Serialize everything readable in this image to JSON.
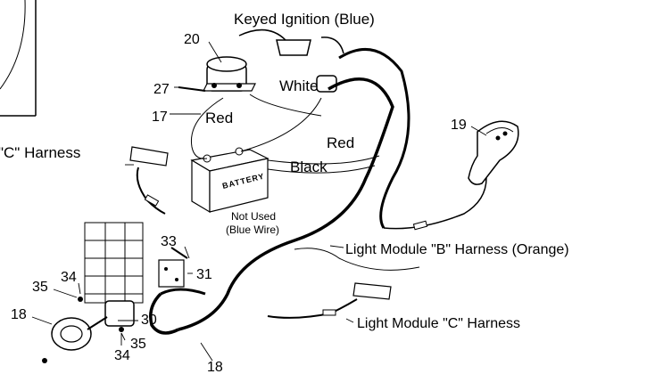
{
  "labels": {
    "keyed_ignition": "Keyed Ignition (Blue)",
    "white": "White",
    "red_top": "Red",
    "red_right": "Red",
    "black": "Black",
    "c_harness_left": "\"C\" Harness",
    "not_used_line1": "Not Used",
    "not_used_line2": "(Blue Wire)",
    "light_module_b": "Light Module \"B\" Harness (Orange)",
    "light_module_c": "Light Module \"C\" Harness",
    "battery": "BATTERY"
  },
  "callouts": {
    "n20": "20",
    "n27": "27",
    "n17": "17",
    "n19": "19",
    "n33": "33",
    "n31": "31",
    "n35_top": "35",
    "n34_top": "34",
    "n18_left": "18",
    "n30": "30",
    "n35_bottom": "35",
    "n34_bottom": "34",
    "n18_bottom": "18"
  }
}
